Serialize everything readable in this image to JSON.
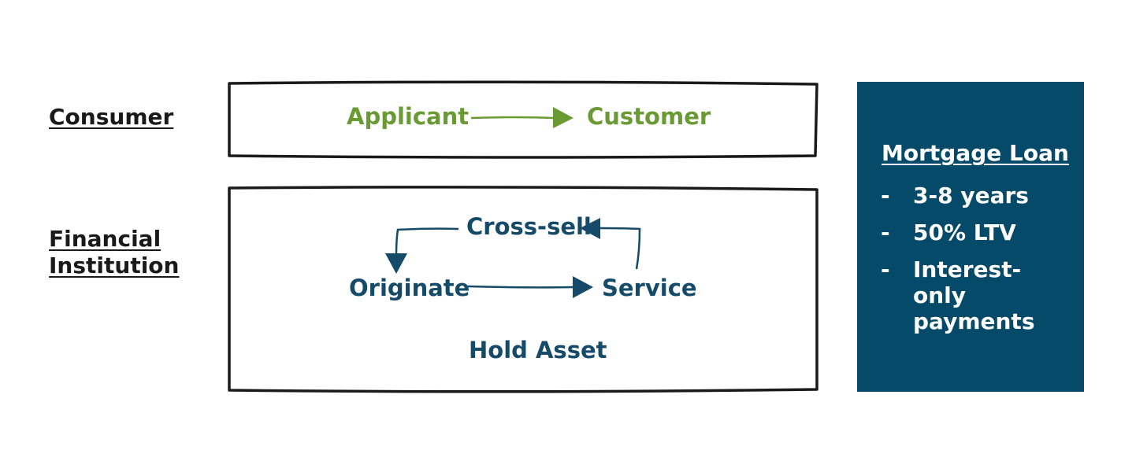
{
  "labels": {
    "consumer": "Consumer",
    "financial_institution": "Financial Institution"
  },
  "consumer_flow": {
    "from": "Applicant",
    "to": "Customer"
  },
  "institution_flow": {
    "cross_sell": "Cross-sell",
    "originate": "Originate",
    "service": "Service",
    "hold_asset": "Hold Asset"
  },
  "loan_panel": {
    "title": "Mortgage Loan",
    "bullets": [
      {
        "dash": "-",
        "text": "3-8 years"
      },
      {
        "dash": "-",
        "text": "50% LTV"
      },
      {
        "dash": "-",
        "text": "Interest-only payments"
      }
    ]
  },
  "colors": {
    "green": "#6a9a34",
    "navy": "#154a68",
    "panel": "#054a68",
    "outline": "#1a1a1a"
  }
}
